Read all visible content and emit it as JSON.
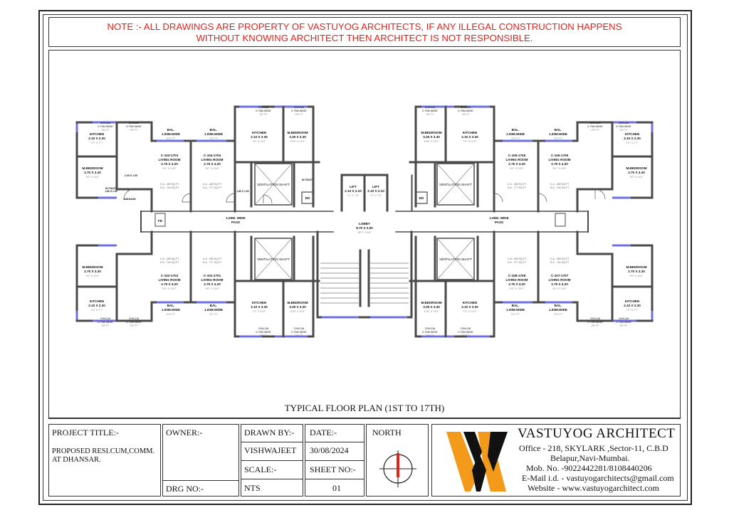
{
  "note": {
    "line1": "NOTE :- ALL DRAWINGS ARE PROPERTY OF VASTUYOG ARCHITECTS, IF ANY ILLEGAL CONSTRUCTION HAPPENS",
    "line2": "WITHOUT KNOWING ARCHITECT THEN ARCHITECT IS NOT RESPONSIBLE."
  },
  "plan_title": "TYPICAL FLOOR PLAN (1ST TO 17TH)",
  "labels": {
    "chajja": "CHAJJA",
    "chajja_w": "0.75M.WIDE",
    "chajja_ft": "2'6\" FT",
    "bal": "BAL.",
    "bal_w": "1.00M.WIDE",
    "bal_ft": "3'3\" FT",
    "kitchen": "KITCHEN",
    "k1": "2.10 X 2.30",
    "k1ft": "7'0\" X 7'7\"",
    "k2": "2.10 X 3.30",
    "k2ft": "7'0\" X 11'0\"",
    "mbed": "M.BEDROOM",
    "mb1": "2.70 X 3.30",
    "mb1ft": "9'0\" X 11'0\"",
    "mb2": "3.25 X 3.30",
    "mb2ft": "10'8\" X 11'0\"",
    "living": "LIVING ROOM",
    "lr": "2.75 X 4.20",
    "lrft": "9'0\" X 13'9\"",
    "vent": "VENTILATION SHAFT",
    "lift": "LIFT",
    "lift_d": "2.10 X 2.10",
    "lift_ft": "7'0\" X 7'0\"",
    "lobby": "LOBBY",
    "lobby_d": "8.70 X 2.60",
    "lobby_ft": "28'7\" X 8'6\"",
    "pass": "1.50M. WIDE",
    "pass2": "PASS",
    "fd": "FD",
    "ed": "ED",
    "toilet": "M.TOILET",
    "toilet_d": "1.80 X 1.50",
    "wc": "W.C.",
    "wc_d": "2.30 X 1.00",
    "ca1": "C.A - 489 SQ.FT",
    "sa1": "S.A - 734 SQ.FT",
    "ca2": "C.A - 465 SQ.FT",
    "sa2": "S.A - 777 SQ.FT"
  },
  "units": {
    "u1703": "C-103-1703",
    "u1704": "C-104-1704",
    "u1705": "C-105-1705",
    "u1706": "C-106-1706",
    "u1702": "C-102-1702",
    "u1701": "C-101-1701",
    "u1708": "C-108-1708",
    "u1707": "C-107-1707"
  },
  "titleblock": {
    "project_title_label": "PROJECT TITLE:-",
    "project_title_l1": "PROPOSED RESI.CUM,COMM.",
    "project_title_l2": "AT  DHANSAR.",
    "owner_label": "OWNER:-",
    "drg_no_label": "DRG NO:-",
    "drawn_by_label": "DRAWN BY:-",
    "drawn_by": "VISHWAJEET",
    "scale_label": "SCALE:-",
    "scale": "NTS",
    "date_label": "DATE:-",
    "date": "30/08/2024",
    "sheet_no_label": "SHEET NO:-",
    "sheet_no": "01",
    "north": "NORTH"
  },
  "company": {
    "name": "VASTUYOG ARCHITECT",
    "address1": "Office - 218, SKYLARK ,Sector-11, C.B.D",
    "address2": "Belapur,Navi-Mumbai.",
    "mobile": "Mob. No. -9022442281/8108440206",
    "email": "E-Mail i.d. - vastuyogarchitects@gmail.com",
    "website": "Website - www.vastuyogarchitect.com"
  },
  "colors": {
    "note_red": "#e0241c",
    "logo_orange": "#f39a1b",
    "logo_black": "#111111",
    "window_blue": "#6f6fe0",
    "wall": "#4a4a4a",
    "north_red": "#e0241c"
  }
}
